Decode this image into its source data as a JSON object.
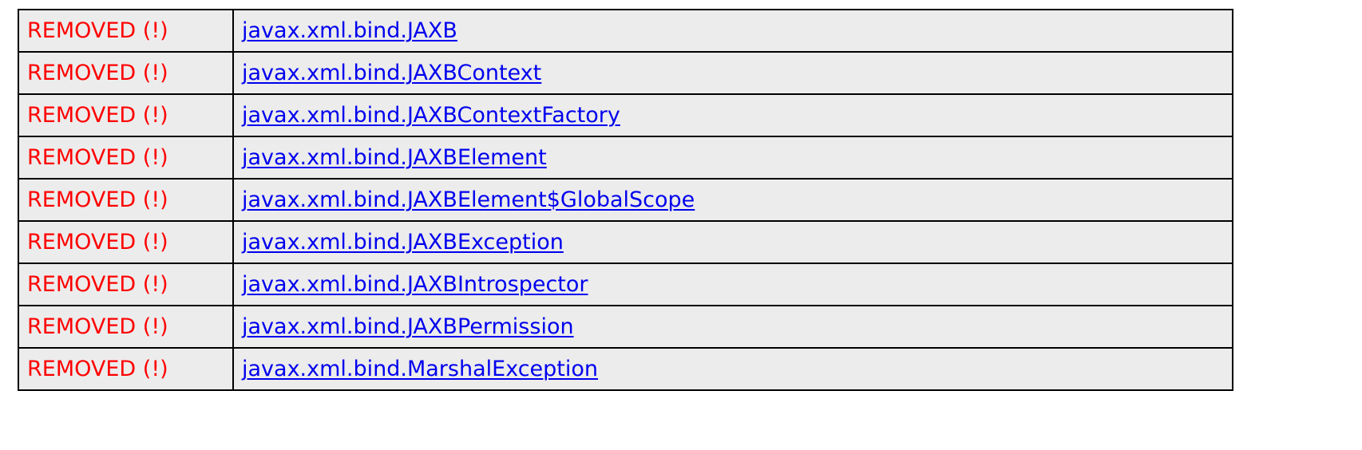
{
  "colors": {
    "status_text": "#ff0000",
    "link_text": "#0000ee",
    "row_background": "#ececec",
    "border": "#000000"
  },
  "rows": [
    {
      "status": "REMOVED (!)",
      "name": "javax.xml.bind.JAXB"
    },
    {
      "status": "REMOVED (!)",
      "name": "javax.xml.bind.JAXBContext"
    },
    {
      "status": "REMOVED (!)",
      "name": "javax.xml.bind.JAXBContextFactory"
    },
    {
      "status": "REMOVED (!)",
      "name": "javax.xml.bind.JAXBElement"
    },
    {
      "status": "REMOVED (!)",
      "name": "javax.xml.bind.JAXBElement$GlobalScope"
    },
    {
      "status": "REMOVED (!)",
      "name": "javax.xml.bind.JAXBException"
    },
    {
      "status": "REMOVED (!)",
      "name": "javax.xml.bind.JAXBIntrospector"
    },
    {
      "status": "REMOVED (!)",
      "name": "javax.xml.bind.JAXBPermission"
    },
    {
      "status": "REMOVED (!)",
      "name": "javax.xml.bind.MarshalException"
    }
  ]
}
